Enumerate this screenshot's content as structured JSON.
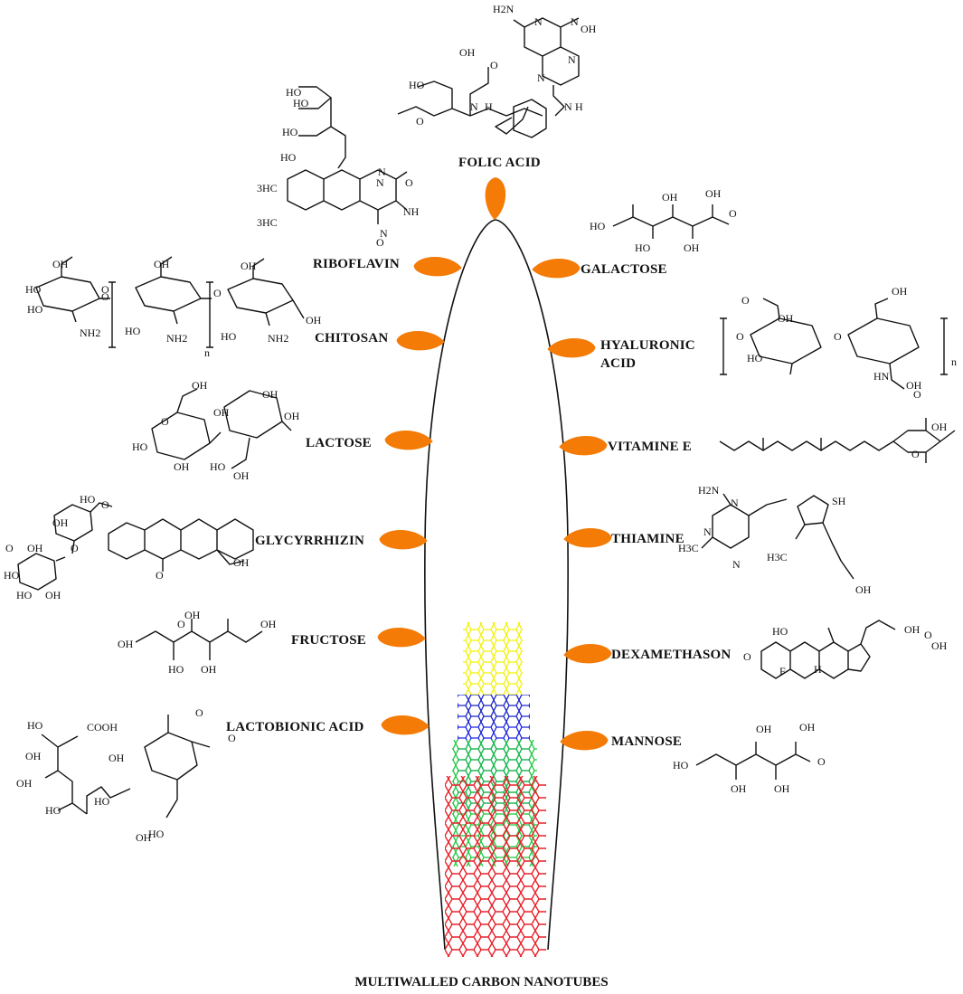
{
  "figure": {
    "bottom_title": "MULTIWALLED CARBON NANOTUBES",
    "colors": {
      "ligand": "#f47b06",
      "outline": "#111111",
      "tube_yellow": "#f2f20a",
      "tube_blue": "#1a24e0",
      "tube_green": "#1ec840",
      "tube_red": "#e8202a"
    }
  },
  "ligands_top": {
    "label": "FOLIC ACID"
  },
  "ligands_left": [
    {
      "id": "riboflavin",
      "label": "RIBOFLAVIN"
    },
    {
      "id": "chitosan",
      "label": "CHITOSAN"
    },
    {
      "id": "lactose",
      "label": "LACTOSE"
    },
    {
      "id": "glycyrrhizin",
      "label": "GLYCYRRHIZIN"
    },
    {
      "id": "fructose",
      "label": "FRUCTOSE"
    },
    {
      "id": "lactobionic",
      "label": "LACTOBIONIC ACID"
    }
  ],
  "ligands_right": [
    {
      "id": "galactose",
      "label": "GALACTOSE"
    },
    {
      "id": "hyaluronic",
      "label_line1": "HYALURONIC",
      "label_line2": "ACID"
    },
    {
      "id": "vitamine_e",
      "label": "VITAMINE E"
    },
    {
      "id": "thiamine",
      "label": "THIAMINE"
    },
    {
      "id": "dexamethason",
      "label": "DEXAMETHASON"
    },
    {
      "id": "mannose",
      "label": "MANNOSE"
    }
  ],
  "atom_labels": {
    "folic": [
      "H2N",
      "N",
      "N",
      "OH",
      "N",
      "N",
      "OH",
      "O",
      "HO",
      "O",
      "N",
      "H",
      "N",
      "H"
    ],
    "riboflavin": [
      "HO",
      "HO",
      "HO",
      "HO",
      "3HC",
      "3HC",
      "N",
      "N",
      "O",
      "NH",
      "N",
      "O"
    ],
    "chitosan": [
      "OH",
      "HO",
      "HO",
      "NH2",
      "O",
      "O",
      "OH",
      "HO",
      "NH2",
      "n",
      "O",
      "OH",
      "HO",
      "NH2",
      "OH"
    ],
    "lactose": [
      "OH",
      "O",
      "OH",
      "OH",
      "HO",
      "OH",
      "HO",
      "OH",
      "OH"
    ],
    "glycyrrhizin": [
      "HO",
      "O",
      "OH",
      "O",
      "OH",
      "HO",
      "HO",
      "OH",
      "O",
      "O",
      "OH"
    ],
    "fructose": [
      "OH",
      "O",
      "HO",
      "OH",
      "OH",
      "OH"
    ],
    "lactobionic": [
      "HO",
      "COOH",
      "OH",
      "OH",
      "HO",
      "OH",
      "HO",
      "OH",
      "O",
      "O",
      "HO"
    ],
    "galactose": [
      "OH",
      "OH",
      "HO",
      "HO",
      "OH",
      "O"
    ],
    "hyaluronic": [
      "O",
      "OH",
      "O",
      "O",
      "HO",
      "OH",
      "OH",
      "HN",
      "O",
      "n"
    ],
    "vitamine_e": [
      "OH",
      "O"
    ],
    "thiamine": [
      "H2N",
      "N",
      "SH",
      "N",
      "H3C",
      "N",
      "H3C",
      "OH"
    ],
    "dexamethason": [
      "HO",
      "OH",
      "O",
      "OH",
      "O",
      "F",
      "H"
    ],
    "mannose": [
      "OH",
      "OH",
      "HO",
      "OH",
      "OH",
      "O"
    ]
  }
}
